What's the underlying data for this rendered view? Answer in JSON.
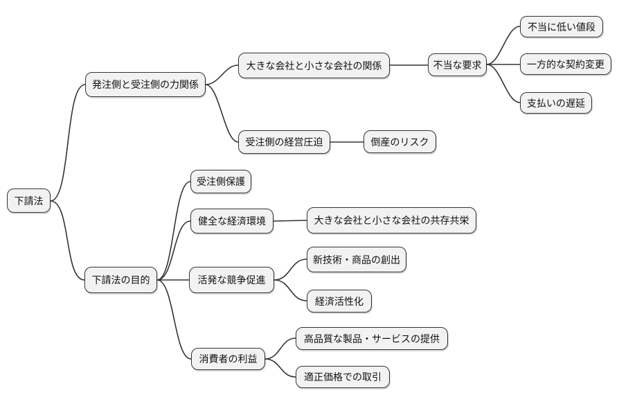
{
  "mindmap": {
    "colors": {
      "background": "#ffffff",
      "node_fill": "#f2f2f2",
      "node_border": "#333333",
      "edge": "#333333",
      "text": "#111111"
    },
    "root": {
      "label": "下請法"
    },
    "branches": {
      "power_relation": {
        "label": "発注側と受注側の力関係"
      },
      "big_small_relation": {
        "label": "大きな会社と小さな会社の関係"
      },
      "unfair_demands": {
        "label": "不当な要求"
      },
      "unfair_low_price": {
        "label": "不当に低い値段"
      },
      "unilateral_change": {
        "label": "一方的な契約変更"
      },
      "late_payment": {
        "label": "支払いの遅延"
      },
      "management_pressure": {
        "label": "受注側の経営圧迫"
      },
      "bankruptcy_risk": {
        "label": "倒産のリスク"
      },
      "purpose": {
        "label": "下請法の目的"
      },
      "contractor_protection": {
        "label": "受注側保護"
      },
      "healthy_economy": {
        "label": "健全な経済環境"
      },
      "coexistence": {
        "label": "大きな会社と小さな会社の共存共栄"
      },
      "active_competition": {
        "label": "活発な競争促進"
      },
      "innovation": {
        "label": "新技術・商品の創出"
      },
      "economic_vitalization": {
        "label": "経済活性化"
      },
      "consumer_benefit": {
        "label": "消費者の利益"
      },
      "quality_products": {
        "label": "高品質な製品・サービスの提供"
      },
      "fair_price_trade": {
        "label": "適正価格での取引"
      }
    }
  }
}
